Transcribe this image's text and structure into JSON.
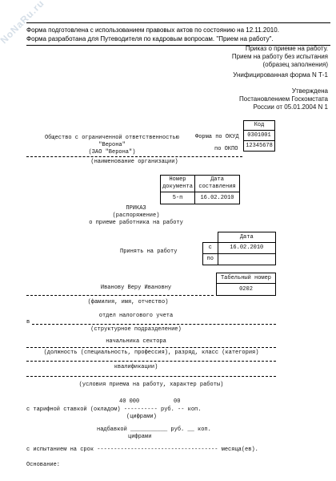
{
  "header": {
    "line1": "Форма подготовлена с использованием правовых актов по состоянию на 12.11.2010.",
    "line2": "Форма разработана для Путеводителя по кадровым вопросам. \"Прием на работу\"."
  },
  "watermark": "NoNaRu.ru",
  "title_block": {
    "line1": "Приказ о приеме на работу.",
    "line2": "Прием на работу без испытания",
    "line3": "(образец заполнения)"
  },
  "unified_form": "Унифицированная форма N Т-1",
  "approved": {
    "line1": "Утверждена",
    "line2": "Постановлением Госкомстата",
    "line3": "России от 05.01.2004 N 1"
  },
  "codes": {
    "header": "Код",
    "okud_label": "Форма по ОКУД",
    "okud_value": "0301001",
    "okpo_label": "по ОКПО",
    "okpo_value": "12345678"
  },
  "organization": {
    "line1": "Общество с ограниченной ответственностью",
    "line2": "\"Верона\"",
    "line3": "(ЗАО \"Верона\")",
    "caption": "(наименование организации)"
  },
  "doc_table": {
    "col1_header": "Номер документа",
    "col2_header": "Дата составления",
    "number": "5-п",
    "date": "16.02.2010"
  },
  "order": {
    "title": "ПРИКАЗ",
    "subtitle": "(распоряжение)",
    "about": "о приеме работника на работу"
  },
  "hire": {
    "label": "Принять на работу",
    "date_header": "Дата",
    "from_label": "с",
    "from_value": "16.02.2010",
    "to_label": "по",
    "to_value": "",
    "tab_header": "Табельный номер",
    "tab_value": "0202"
  },
  "employee": {
    "name": "Иванову Веру Ивановну",
    "caption": "(фамилия, имя, отчество)"
  },
  "department": {
    "prefix": "в",
    "value": "отдел налогового учета",
    "caption": "(структурное подразделение)"
  },
  "position": {
    "value": "начальника сектора",
    "caption": "(должность (специальность, профессия), разряд, класс (категория)",
    "caption2": "квалификации)"
  },
  "conditions": {
    "caption": "(условия приема на работу, характер работы)"
  },
  "salary": {
    "amount_rub": "40 000",
    "amount_kop": "00",
    "line": "с тарифной ставкой (окладом) ---------- руб. -- коп.",
    "caption": "(цифрами)",
    "bonus_line": "надбавкой ___________ руб. __ коп.",
    "bonus_caption": "цифрами"
  },
  "probation": {
    "line": "с испытанием на срок ------------------------------------ месяца(ев)."
  },
  "basis": {
    "label": "Основание:"
  }
}
